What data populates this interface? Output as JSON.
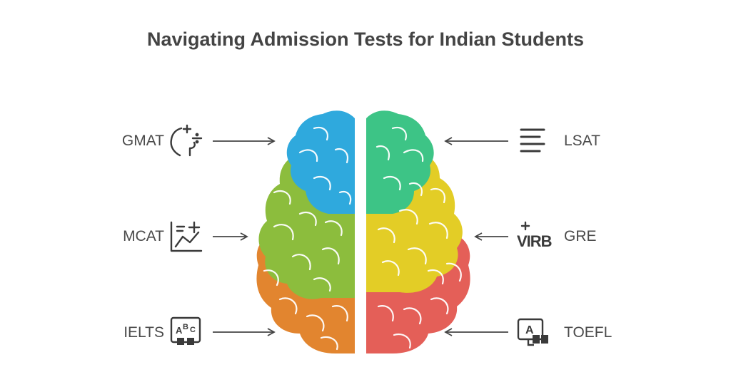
{
  "title": "Navigating Admission Tests for Indian Students",
  "tests": [
    {
      "label": "GMAT",
      "icon": "head-math-icon",
      "side": "left",
      "color": "#2fa9dd"
    },
    {
      "label": "MCAT",
      "icon": "chart-plus-icon",
      "side": "left",
      "color": "#8cbd3d"
    },
    {
      "label": "IELTS",
      "icon": "abc-book-icon",
      "side": "left",
      "color": "#e2852f"
    },
    {
      "label": "LSAT",
      "icon": "text-lines-icon",
      "side": "right",
      "color": "#3dc486"
    },
    {
      "label": "GRE",
      "icon": "virb-icon",
      "side": "right",
      "color": "#e3cd26"
    },
    {
      "label": "TOEFL",
      "icon": "letter-a-book-icon",
      "side": "right",
      "color": "#e45f58"
    }
  ],
  "virb_text": "VIRB",
  "icon_letters": {
    "a": "A",
    "b": "B",
    "c": "C"
  }
}
